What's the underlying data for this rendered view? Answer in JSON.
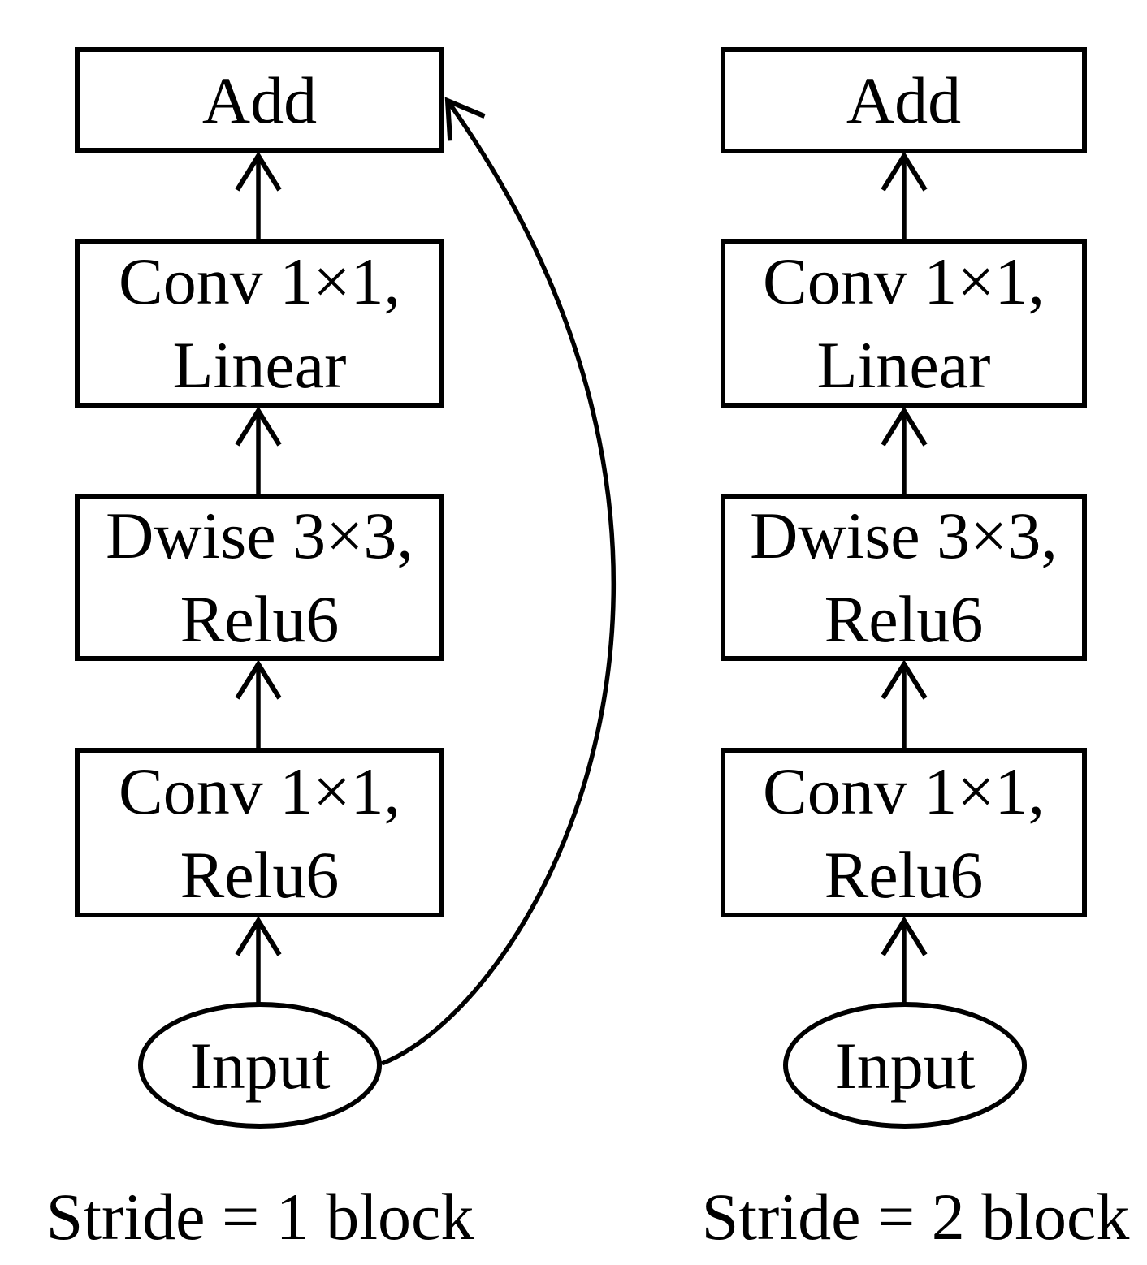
{
  "figure": {
    "background_color": "#ffffff",
    "ink_color": "#000000",
    "columns": [
      {
        "caption": "Stride = 1 block",
        "has_skip_connection": true,
        "nodes": {
          "add": {
            "label": "Add"
          },
          "conv_linear": {
            "line1": "Conv 1×1,",
            "line2": "Linear"
          },
          "dwise": {
            "line1": "Dwise 3×3,",
            "line2": "Relu6"
          },
          "conv_relu": {
            "line1": "Conv 1×1,",
            "line2": "Relu6"
          },
          "input": {
            "label": "Input"
          }
        }
      },
      {
        "caption": "Stride = 2 block",
        "has_skip_connection": false,
        "nodes": {
          "add": {
            "label": "Add"
          },
          "conv_linear": {
            "line1": "Conv 1×1,",
            "line2": "Linear"
          },
          "dwise": {
            "line1": "Dwise 3×3,",
            "line2": "Relu6"
          },
          "conv_relu": {
            "line1": "Conv 1×1,",
            "line2": "Relu6"
          },
          "input": {
            "label": "Input"
          }
        }
      }
    ]
  }
}
